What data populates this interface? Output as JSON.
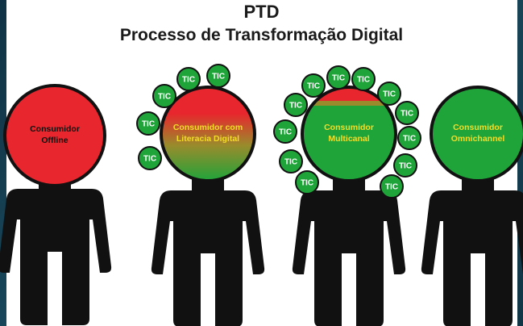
{
  "title": "PTD",
  "subtitle": "Processo de Transformação Digital",
  "figures": [
    {
      "label_line1": "Consumidor",
      "label_line2": "Offline"
    },
    {
      "label_line1": "Consumidor com",
      "label_line2": "Literacia Digital"
    },
    {
      "label_line1": "Consumidor",
      "label_line2": "Multicanal"
    },
    {
      "label_line1": "Consumidor",
      "label_line2": "Omnichannel"
    }
  ],
  "tic_label": "TIC",
  "colors": {
    "red": "#e8262d",
    "green": "#1fa43a",
    "label_red_fill": "#e02a2a",
    "body": "#111111",
    "label_yellow": "#f3dd28",
    "background": "#123b4d"
  }
}
